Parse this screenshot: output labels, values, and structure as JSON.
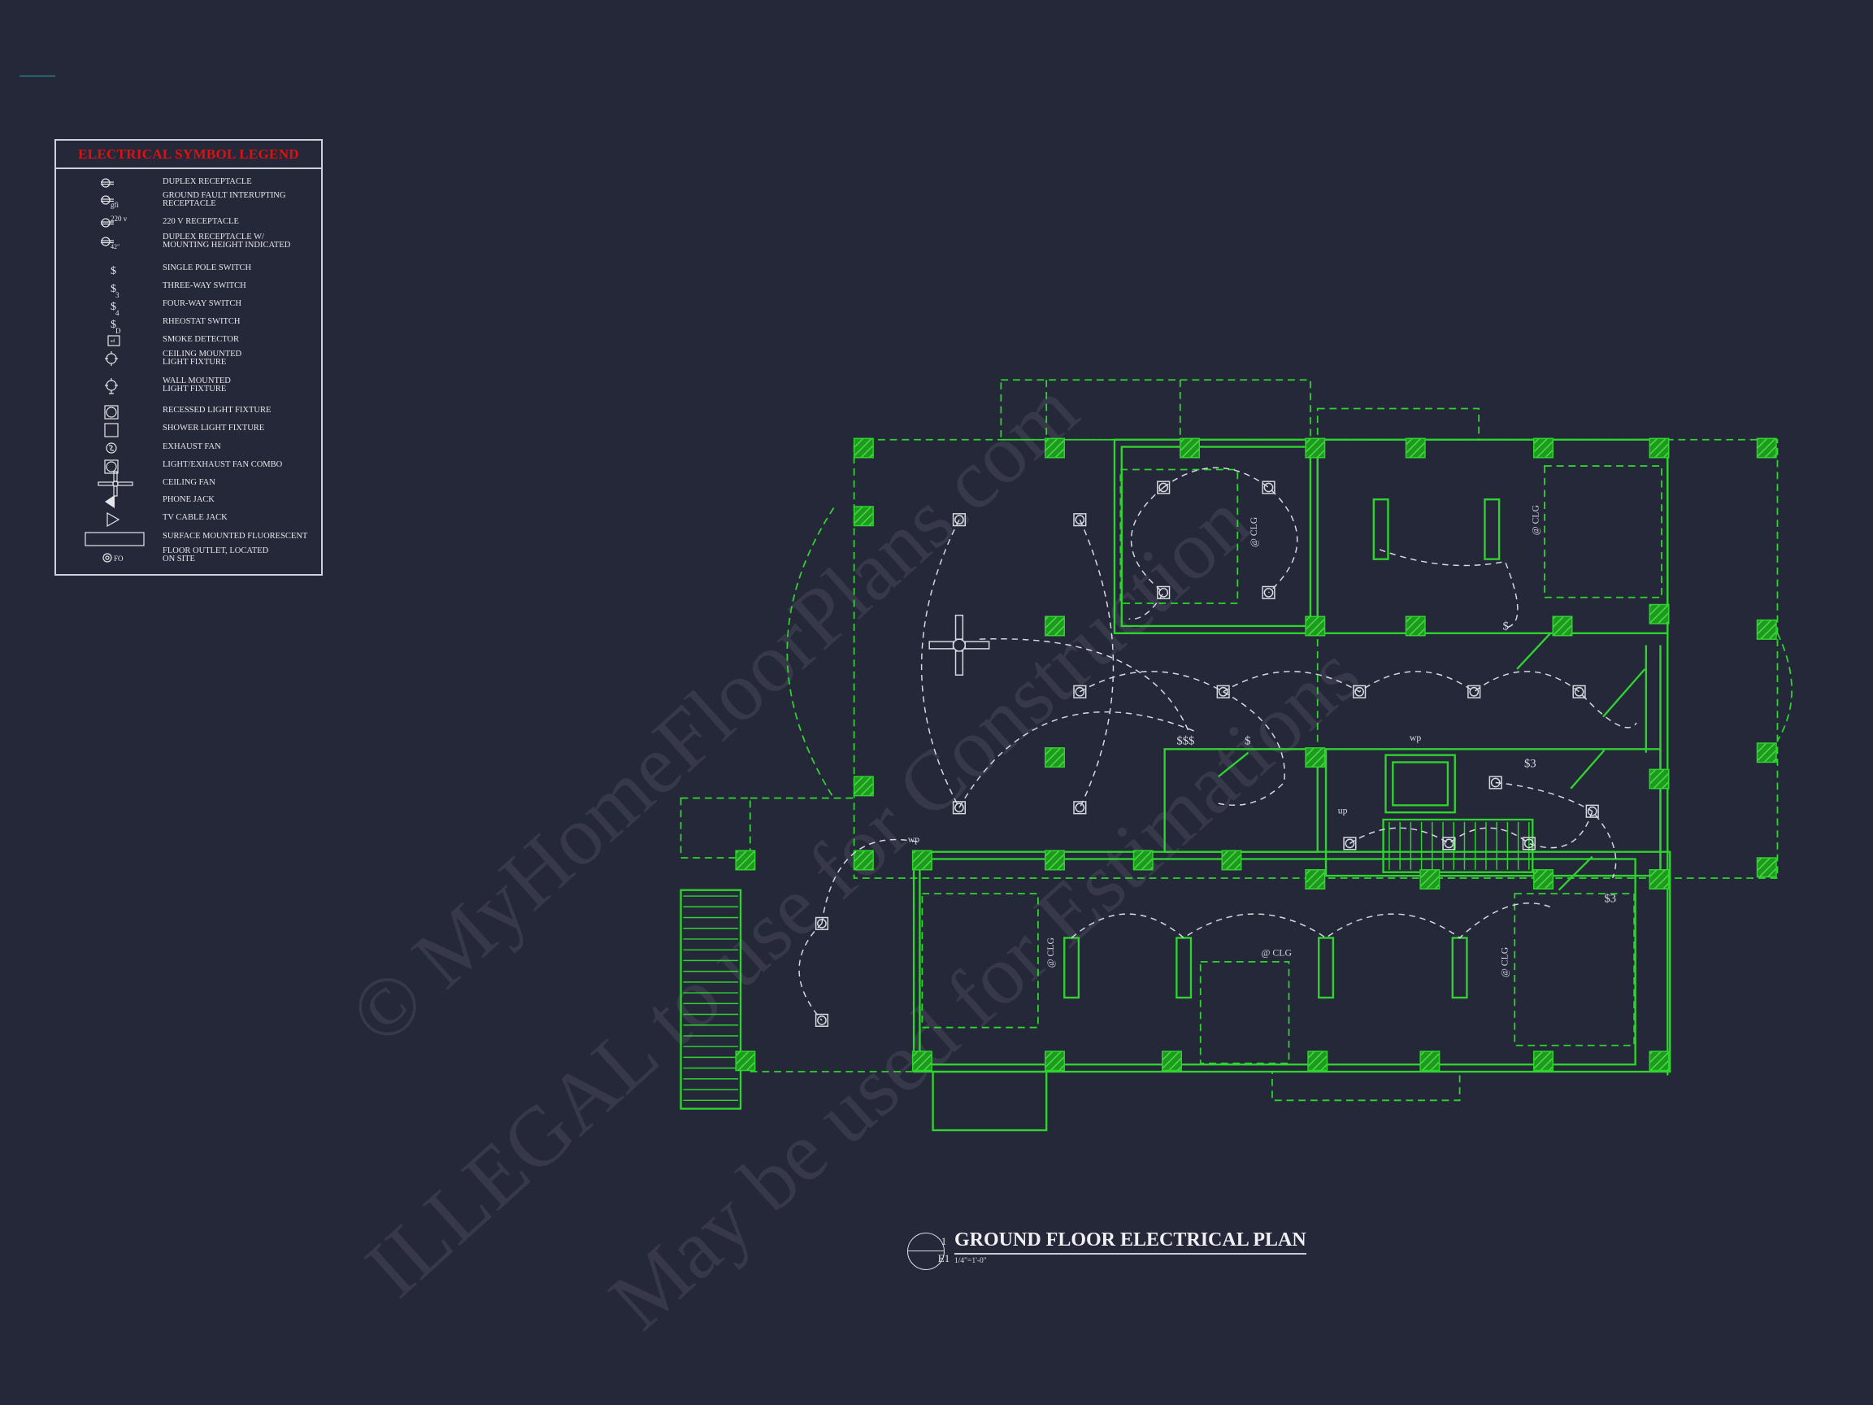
{
  "legend": {
    "title": "ELECTRICAL SYMBOL LEGEND",
    "items": [
      {
        "icon": "duplex-receptacle-icon",
        "label": "DUPLEX RECEPTACLE"
      },
      {
        "icon": "gfi-receptacle-icon",
        "label": "GROUND FAULT INTERUPTING\nRECEPTACLE",
        "tag": "gfi"
      },
      {
        "icon": "220v-receptacle-icon",
        "label": "220 V RECEPTACLE",
        "tag": "220 v"
      },
      {
        "icon": "duplex-receptacle-height-icon",
        "label": "DUPLEX RECEPTACLE W/\nMOUNTING HEIGHT INDICATED",
        "tag": "42\""
      },
      {
        "icon": "single-pole-switch-icon",
        "label": "SINGLE POLE SWITCH",
        "tag": "$"
      },
      {
        "icon": "three-way-switch-icon",
        "label": "THREE-WAY SWITCH",
        "tag": "$3"
      },
      {
        "icon": "four-way-switch-icon",
        "label": "FOUR-WAY SWITCH",
        "tag": "$4"
      },
      {
        "icon": "rheostat-switch-icon",
        "label": "RHEOSTAT SWITCH",
        "tag": "$D"
      },
      {
        "icon": "smoke-detector-icon",
        "label": "SMOKE DETECTOR",
        "tag": "sd"
      },
      {
        "icon": "ceiling-light-icon",
        "label": "CEILING MOUNTED\nLIGHT FIXTURE"
      },
      {
        "icon": "wall-light-icon",
        "label": "WALL MOUNTED\nLIGHT FIXTURE"
      },
      {
        "icon": "recessed-light-icon",
        "label": "RECESSED LIGHT FIXTURE"
      },
      {
        "icon": "shower-light-icon",
        "label": "SHOWER LIGHT FIXTURE"
      },
      {
        "icon": "exhaust-fan-icon",
        "label": "EXHAUST FAN"
      },
      {
        "icon": "light-exhaust-combo-icon",
        "label": "LIGHT/EXHAUST FAN COMBO"
      },
      {
        "icon": "ceiling-fan-icon",
        "label": "CEILING FAN"
      },
      {
        "icon": "phone-jack-icon",
        "label": "PHONE JACK"
      },
      {
        "icon": "tv-cable-jack-icon",
        "label": "TV CABLE JACK"
      },
      {
        "icon": "fluorescent-icon",
        "label": "SURFACE MOUNTED FLUORESCENT"
      },
      {
        "icon": "floor-outlet-icon",
        "label": "FLOOR OUTLET, LOCATED\nON SITE",
        "tag": "FO"
      }
    ]
  },
  "title_block": {
    "number": "1",
    "sheet": "E1",
    "title": "GROUND FLOOR ELECTRICAL PLAN",
    "scale": "1/4\"=1'-0\""
  },
  "plan_labels": {
    "ceiling": "@ CLG",
    "wp": "wp",
    "up": "up",
    "switch": "$",
    "switch3": "$3",
    "switch_group": "$$$"
  },
  "watermark": {
    "line1": "© MyHomeFloorPlans.com",
    "line2": "ILLEGAL to use for Construction",
    "line3": "May be used for Estimations"
  },
  "colors": {
    "background": "#252839",
    "wall": "#2fd42f",
    "legend_title": "#e01010",
    "symbol": "#e6e6ea"
  }
}
